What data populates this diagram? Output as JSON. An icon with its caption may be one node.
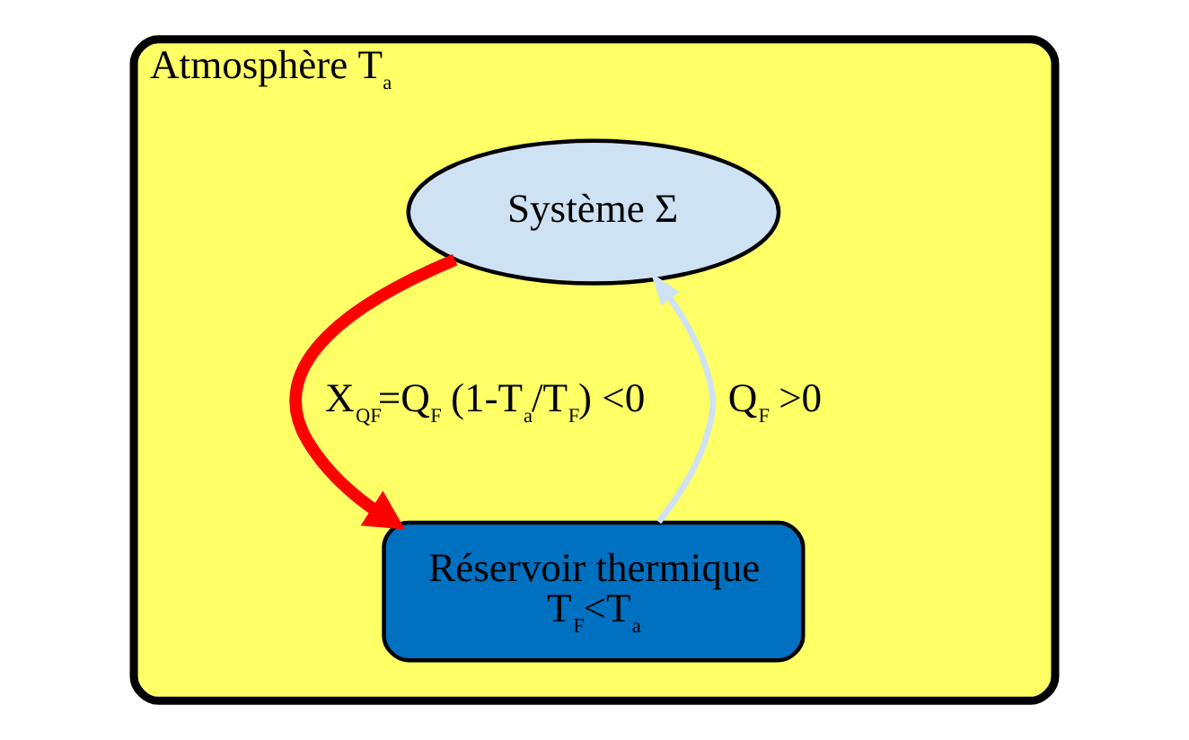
{
  "diagram": {
    "nodes": [
      {
        "text": [
          "Atmosphère T$_{a}$"
        ]
      },
      {
        "text": [
          "Système Σ"
        ],
        "in": 0
      },
      {
        "text": [
          "Réservoir thermique",
          "T$_{F}$<T$_{a}$"
        ],
        "in": 0
      }
    ],
    "edges": [
      {
        "from": 2,
        "to": 1,
        "arrow": "to",
        "label": "Q$_{F}$ >0",
        "color": "#cfe2f3"
      },
      {
        "from": 1,
        "to": 2,
        "arrow": "to",
        "label": "X$_{QF}$=Q$_{F}$ (1-T$_{a}$/T$_{F}$) <0",
        "style": "thick",
        "color": "#ff0000"
      }
    ]
  }
}
